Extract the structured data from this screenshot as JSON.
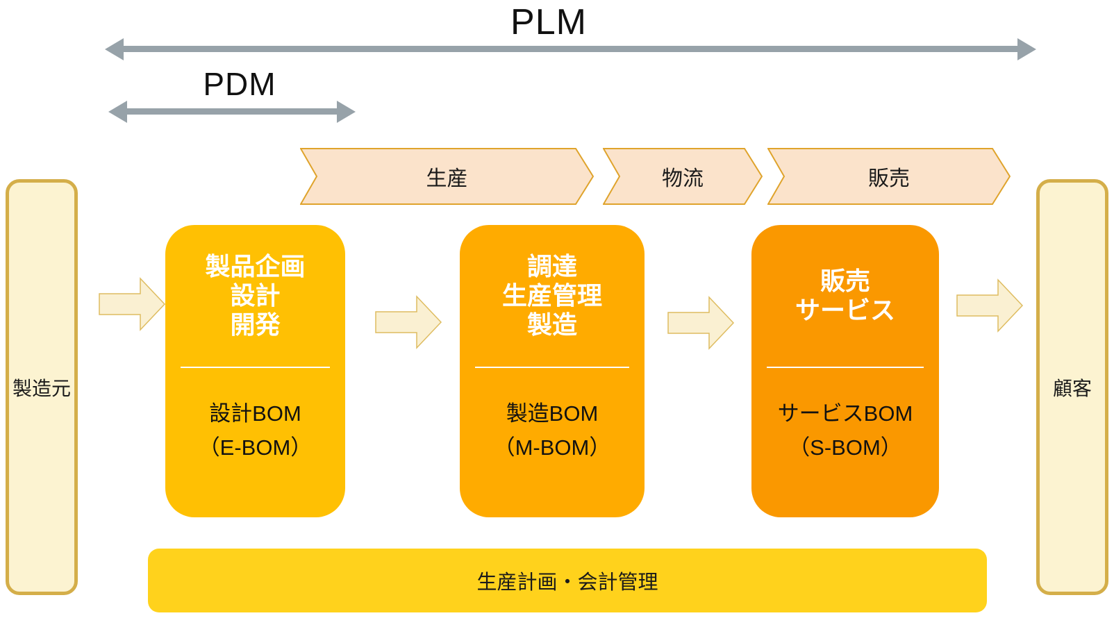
{
  "title": {
    "plm": "PLM",
    "pdm": "PDM"
  },
  "process_chevrons": [
    {
      "label": "生産"
    },
    {
      "label": "物流"
    },
    {
      "label": "販売"
    }
  ],
  "endpoints": {
    "left": "製造元",
    "right": "顧客"
  },
  "stages": [
    {
      "title_lines": [
        "製品企画",
        "設計",
        "開発"
      ],
      "bom_lines": [
        "設計BOM",
        "（E-BOM）"
      ],
      "color": "#FFC003"
    },
    {
      "title_lines": [
        "調達",
        "生産管理",
        "製造"
      ],
      "bom_lines": [
        "製造BOM",
        "（M-BOM）"
      ],
      "color": "#FFAB00"
    },
    {
      "title_lines": [
        "販売",
        "サービス"
      ],
      "bom_lines": [
        "サービスBOM",
        "（S-BOM）"
      ],
      "color": "#FA9800"
    }
  ],
  "bottom_bar": {
    "label": "生産計画・会計管理",
    "color": "#FFD21C"
  },
  "colors": {
    "range_arrow": "#97A2A9",
    "chevron_fill": "#FBE3CB",
    "chevron_border": "#DFA32B",
    "flow_arrow_fill": "#FAF0D2",
    "flow_arrow_border": "#DEBC60",
    "endpoint_fill": "#FCF3D1",
    "endpoint_border": "#D4AE49",
    "bottom_bar": "#FFD21C"
  }
}
